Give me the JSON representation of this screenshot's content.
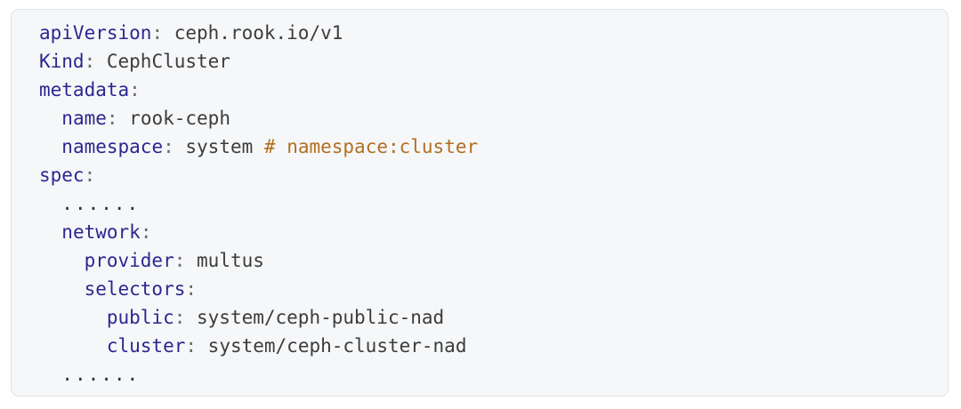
{
  "code_block": {
    "colors": {
      "page_background": "#ffffff",
      "box_background": "#f6f7f9",
      "box_border": "#e2e3e7",
      "key": "#2b2790",
      "punct": "#6b6b6b",
      "value": "#3c3c3c",
      "comment": "#b26f1f",
      "dots": "#2e2e33"
    },
    "lines": [
      {
        "indent": 0,
        "tokens": [
          {
            "type": "key",
            "text": "apiVersion"
          },
          {
            "type": "punct",
            "text": ": "
          },
          {
            "type": "value",
            "text": "ceph.rook.io/v1"
          }
        ]
      },
      {
        "indent": 0,
        "tokens": [
          {
            "type": "key",
            "text": "Kind"
          },
          {
            "type": "punct",
            "text": ": "
          },
          {
            "type": "value",
            "text": "CephCluster"
          }
        ]
      },
      {
        "indent": 0,
        "tokens": [
          {
            "type": "key",
            "text": "metadata"
          },
          {
            "type": "punct",
            "text": ":"
          }
        ]
      },
      {
        "indent": 2,
        "tokens": [
          {
            "type": "key",
            "text": "name"
          },
          {
            "type": "punct",
            "text": ": "
          },
          {
            "type": "value",
            "text": "rook-ceph"
          }
        ]
      },
      {
        "indent": 2,
        "tokens": [
          {
            "type": "key",
            "text": "namespace"
          },
          {
            "type": "punct",
            "text": ": "
          },
          {
            "type": "value",
            "text": "system "
          },
          {
            "type": "comment",
            "text": "# namespace:cluster"
          }
        ]
      },
      {
        "indent": 0,
        "tokens": [
          {
            "type": "key",
            "text": "spec"
          },
          {
            "type": "punct",
            "text": ":"
          }
        ]
      },
      {
        "indent": 2,
        "tokens": [
          {
            "type": "dots",
            "text": "......"
          }
        ]
      },
      {
        "indent": 2,
        "tokens": [
          {
            "type": "key",
            "text": "network"
          },
          {
            "type": "punct",
            "text": ":"
          }
        ]
      },
      {
        "indent": 4,
        "tokens": [
          {
            "type": "key",
            "text": "provider"
          },
          {
            "type": "punct",
            "text": ": "
          },
          {
            "type": "value",
            "text": "multus"
          }
        ]
      },
      {
        "indent": 4,
        "tokens": [
          {
            "type": "key",
            "text": "selectors"
          },
          {
            "type": "punct",
            "text": ":"
          }
        ]
      },
      {
        "indent": 6,
        "tokens": [
          {
            "type": "key",
            "text": "public"
          },
          {
            "type": "punct",
            "text": ": "
          },
          {
            "type": "value",
            "text": "system/ceph-public-nad"
          }
        ]
      },
      {
        "indent": 6,
        "tokens": [
          {
            "type": "key",
            "text": "cluster"
          },
          {
            "type": "punct",
            "text": ": "
          },
          {
            "type": "value",
            "text": "system/ceph-cluster-nad"
          }
        ]
      },
      {
        "indent": 2,
        "tokens": [
          {
            "type": "dots",
            "text": "......"
          }
        ]
      }
    ]
  }
}
